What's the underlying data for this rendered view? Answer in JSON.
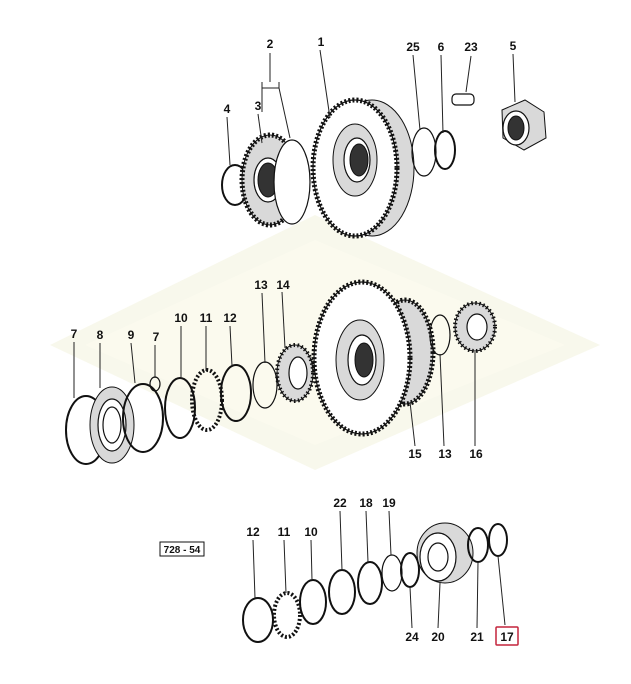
{
  "figure": {
    "reference_code": "728 - 54",
    "highlighted_callout": "17",
    "highlight_color": "#c4243c",
    "line_color": "#111111",
    "watermark_color": "#f3f2dc"
  },
  "callouts": {
    "top": [
      "2",
      "1",
      "25",
      "6",
      "23",
      "5",
      "4",
      "3"
    ],
    "middle": [
      "13",
      "14",
      "7",
      "8",
      "9",
      "7",
      "10",
      "11",
      "12",
      "15",
      "13",
      "16"
    ],
    "bottom": [
      "12",
      "11",
      "10",
      "22",
      "18",
      "19",
      "24",
      "20",
      "21",
      "17"
    ]
  }
}
